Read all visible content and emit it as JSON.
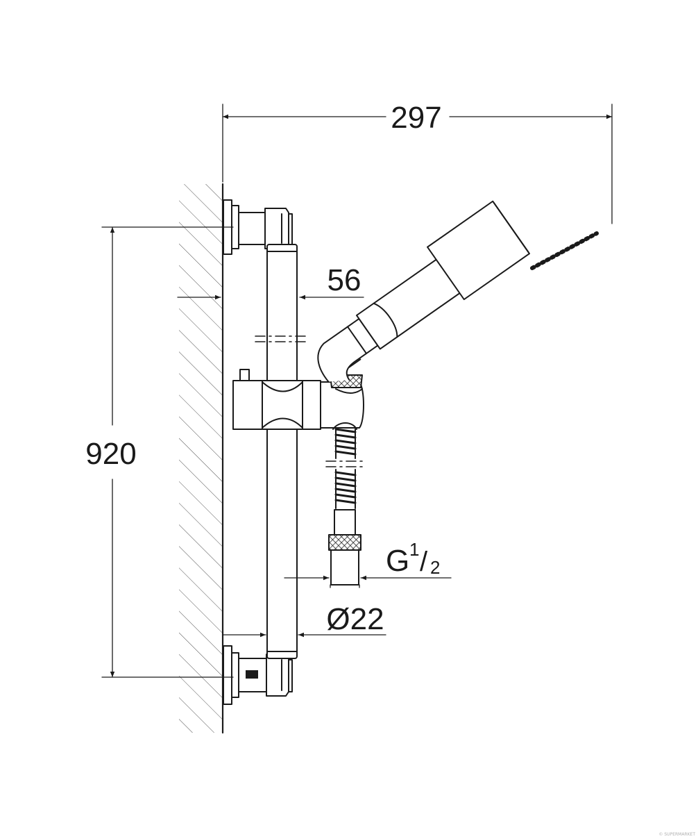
{
  "drawing": {
    "dimensions": {
      "projection": "297",
      "height": "920",
      "wall_clearance": "56",
      "connection_base": "G",
      "connection_num": "1",
      "connection_den": "2",
      "rail_diameter": "Ø22"
    },
    "watermark": "© SUPERMARKET",
    "colors": {
      "line": "#1a1a1a",
      "background": "#ffffff"
    }
  }
}
